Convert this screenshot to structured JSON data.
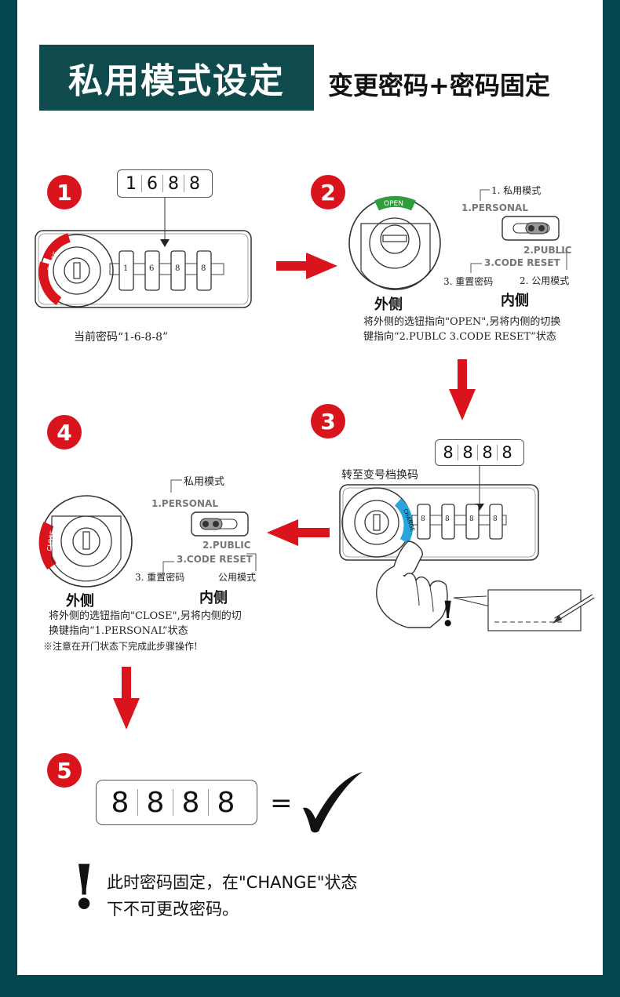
{
  "header": {
    "title": "私用模式设定",
    "subtitle": "变更密码+密码固定"
  },
  "colors": {
    "background": "#054750",
    "title_box": "#0f4a4d",
    "accent_red": "#d9141c",
    "change_blue": "#2aa4dc",
    "open_green": "#2e9d3a"
  },
  "steps": {
    "s1": {
      "number": "1",
      "code": [
        "1",
        "6",
        "8",
        "8"
      ],
      "dials": [
        "1",
        "6",
        "8",
        "8"
      ],
      "lock_label": "CLOSE",
      "caption": "当前密码“1-6-8-8”"
    },
    "s2": {
      "number": "2",
      "lock_label": "OPEN",
      "outside": "外侧",
      "inside": "内侧",
      "opt1": "1. 私用模式",
      "opt1_en": "1.PERSONAL",
      "opt2_en": "2.PUBLIC",
      "opt3_en": "3.CODE RESET",
      "opt3": "3. 重置密码",
      "opt2": "2. 公用模式",
      "caption1": "将外侧的选钮指向\"OPEN\",另将内侧的切换",
      "caption2": "键指向“2.PUBLC 3.CODE RESET”状态"
    },
    "s3": {
      "number": "3",
      "code": [
        "8",
        "8",
        "8",
        "8"
      ],
      "dials": [
        "8",
        "8",
        "8",
        "8"
      ],
      "lock_label": "CHANGE",
      "caption": "转至变号档换码",
      "mark": "!"
    },
    "s4": {
      "number": "4",
      "lock_label": "CLOSE",
      "outside": "外侧",
      "inside": "内侧",
      "opt1": "私用模式",
      "opt1_en": "1.PERSONAL",
      "opt2_en": "2.PUBLIC",
      "opt3_en": "3.CODE RESET",
      "opt3": "3. 重置密码",
      "opt2": "公用模式",
      "caption1": "将外侧的选钮指向\"CLOSE\",另将内侧的切",
      "caption2": "换键指向“1.PERSONAL”状态",
      "warning": "※注意在开门状态下完成此步骤操作!"
    },
    "s5": {
      "number": "5",
      "code": [
        "8",
        "8",
        "8",
        "8"
      ],
      "equals": "=",
      "mark": "!",
      "note": "此时密码固定，在\"CHANGE\"状态\n下不可更改密码。"
    }
  },
  "icons": [
    "arrow-right-icon",
    "arrow-down-icon",
    "arrow-left-icon",
    "checkmark-icon",
    "lock-cylinder-icon",
    "hand-icon",
    "pen-icon",
    "switch-slider-icon"
  ]
}
